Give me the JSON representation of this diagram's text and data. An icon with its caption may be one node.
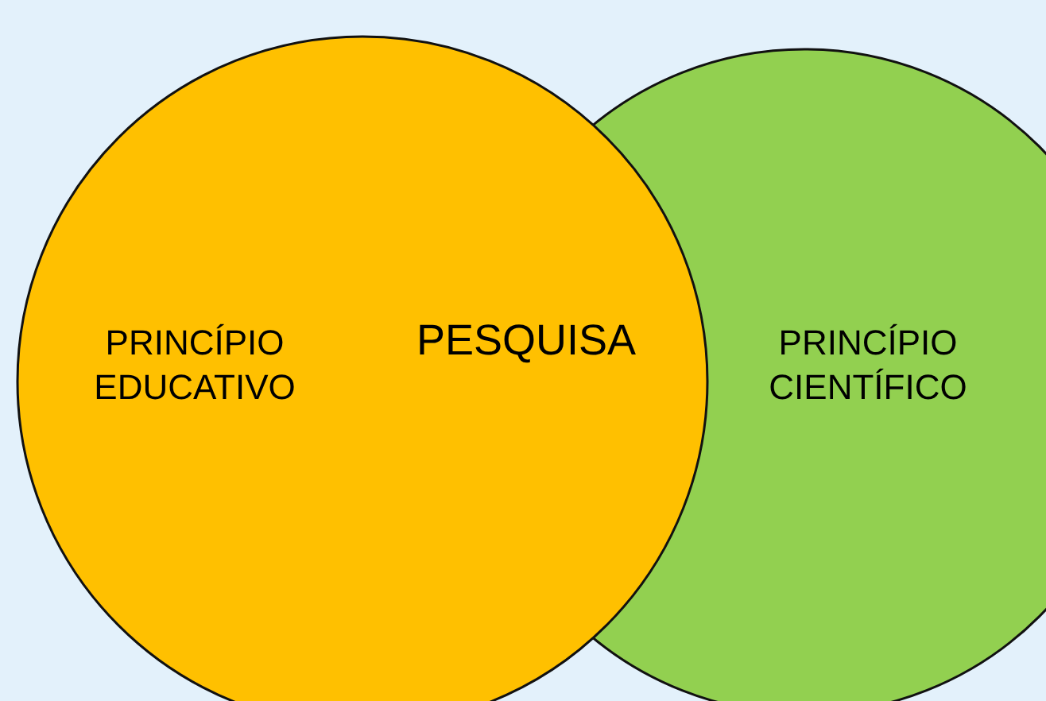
{
  "diagram": {
    "nodes": [
      {
        "text": [
          "PRINCÍPIO EDUCATIVO"
        ]
      },
      {
        "text": [
          "PRINCÍPIO CIENTÍFICO"
        ]
      }
    ],
    "labels": [
      "PESQUISA"
    ]
  }
}
